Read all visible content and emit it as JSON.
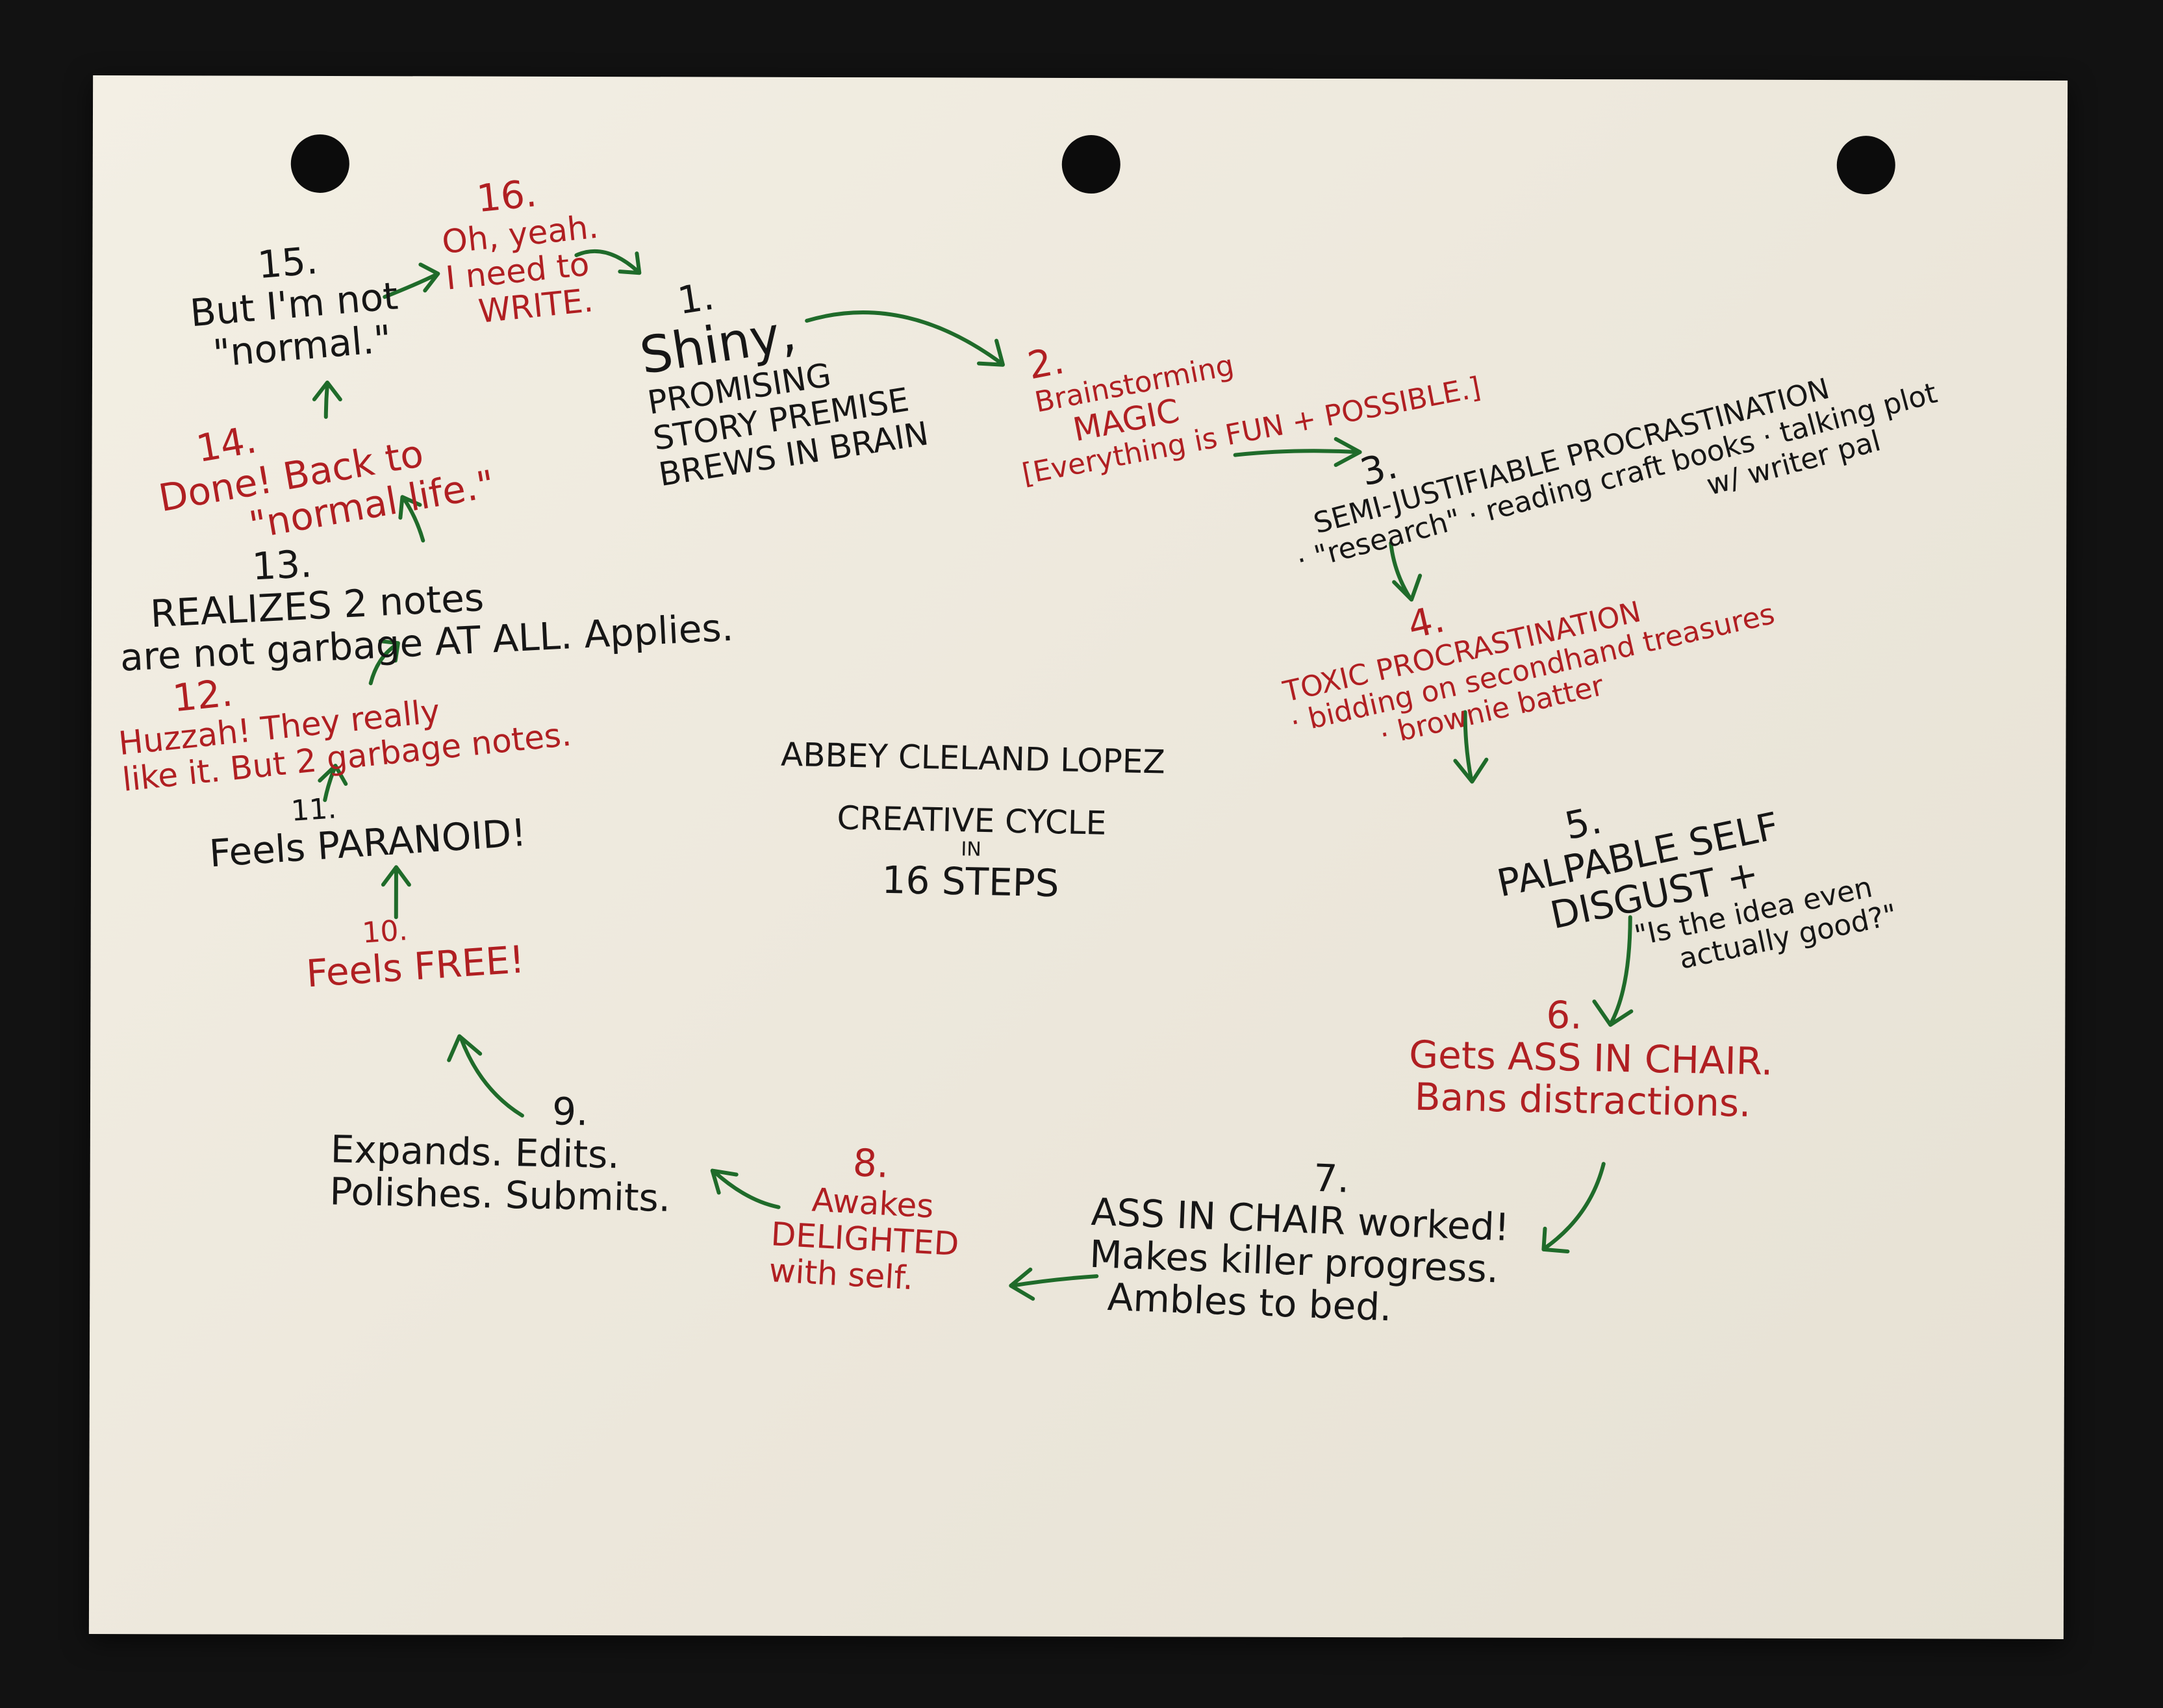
{
  "title": {
    "author": "ABBEY CLELAND LOPEZ",
    "line1": "CREATIVE CYCLE",
    "line2": "IN",
    "line3": "16 STEPS"
  },
  "steps": [
    {
      "n": "1.",
      "lines": [
        "Shiny,",
        "PROMISING",
        "STORY PREMISE",
        "BREWS IN BRAIN"
      ]
    },
    {
      "n": "2.",
      "lines": [
        "Brainstorming",
        "MAGIC",
        "[Everything is FUN + POSSIBLE.]"
      ]
    },
    {
      "n": "3.",
      "lines": [
        "SEMI-JUSTIFIABLE PROCRASTINATION",
        "· \"research\" · reading craft books · talking plot",
        "w/ writer pal"
      ]
    },
    {
      "n": "4.",
      "lines": [
        "TOXIC PROCRASTINATION",
        "· bidding on secondhand treasures",
        "· brownie batter"
      ]
    },
    {
      "n": "5.",
      "lines": [
        "PALPABLE SELF",
        "DISGUST +",
        "\"Is the idea even",
        "actually good?\""
      ]
    },
    {
      "n": "6.",
      "lines": [
        "Gets ASS IN CHAIR.",
        "Bans distractions."
      ]
    },
    {
      "n": "7.",
      "lines": [
        "ASS IN CHAIR worked!",
        "Makes killer progress.",
        "Ambles to bed."
      ]
    },
    {
      "n": "8.",
      "lines": [
        "Awakes",
        "DELIGHTED",
        "with self."
      ]
    },
    {
      "n": "9.",
      "lines": [
        "Expands. Edits.",
        "Polishes. Submits."
      ]
    },
    {
      "n": "10.",
      "lines": [
        "Feels FREE!"
      ]
    },
    {
      "n": "11.",
      "lines": [
        "Feels PARANOID!"
      ]
    },
    {
      "n": "12.",
      "lines": [
        "Huzzah! They really",
        "like it. But 2 garbage notes."
      ]
    },
    {
      "n": "13.",
      "lines": [
        "REALIZES 2 notes",
        "are not garbage AT ALL. Applies."
      ]
    },
    {
      "n": "14.",
      "lines": [
        "Done! Back to",
        "\"normal life.\""
      ]
    },
    {
      "n": "15.",
      "lines": [
        "But I'm not",
        "\"normal.\""
      ]
    },
    {
      "n": "16.",
      "lines": [
        "Oh, yeah.",
        "I need to",
        "WRITE."
      ]
    }
  ],
  "colors": {
    "ink_black": "#161616",
    "ink_red": "#b01f22",
    "ink_green": "#1f6b2a",
    "paper": "#efeadf",
    "background": "#121212"
  }
}
